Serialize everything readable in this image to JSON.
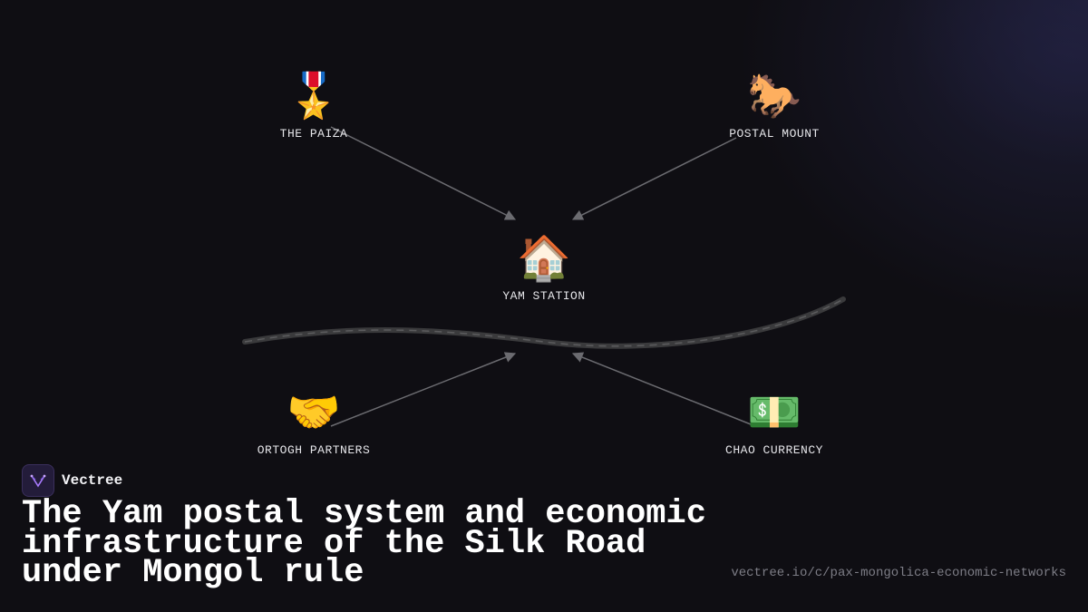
{
  "nodes": [
    {
      "id": "paiza",
      "icon": "medal-icon",
      "glyph": "🎖️",
      "label": "THE PAIZA"
    },
    {
      "id": "mount",
      "icon": "horse-icon",
      "glyph": "🐎",
      "label": "POSTAL MOUNT"
    },
    {
      "id": "yam",
      "icon": "house-icon",
      "glyph": "🏠",
      "label": "YAM STATION"
    },
    {
      "id": "ortogh",
      "icon": "handshake-icon",
      "glyph": "🤝",
      "label": "ORTOGH PARTNERS"
    },
    {
      "id": "chao",
      "icon": "banknote-icon",
      "glyph": "💵",
      "label": "CHAO CURRENCY"
    }
  ],
  "edges": [
    {
      "from": "paiza",
      "to": "yam"
    },
    {
      "from": "mount",
      "to": "yam"
    },
    {
      "from": "ortogh",
      "to": "yam"
    },
    {
      "from": "chao",
      "to": "yam"
    }
  ],
  "colors": {
    "edge": "#6b6b70",
    "road": "#3a3a3c",
    "road_dash": "#5c5c5e",
    "accent": "#8b5cf6"
  },
  "brand": {
    "name": "Vectree",
    "icon": "vectree-logo-icon"
  },
  "title": "The Yam postal system and economic infrastructure of the Silk Road under Mongol rule",
  "url": "vectree.io/c/pax-mongolica-economic-networks"
}
